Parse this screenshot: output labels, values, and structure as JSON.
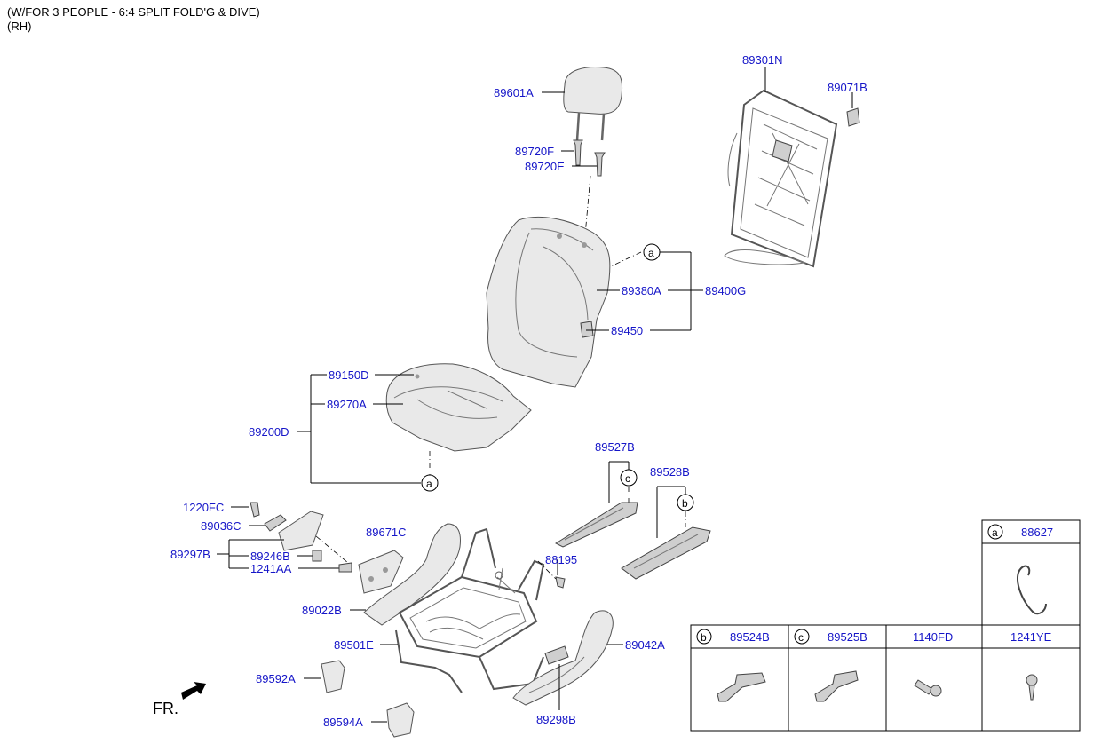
{
  "header": {
    "line1": "(W/FOR 3 PEOPLE - 6:4 SPLIT FOLD'G & DIVE)",
    "line2": "(RH)"
  },
  "labels": {
    "l89601A": "89601A",
    "l89720F": "89720F",
    "l89720E": "89720E",
    "l89301N": "89301N",
    "l89071B": "89071B",
    "l89380A": "89380A",
    "l89400G": "89400G",
    "l89450": "89450",
    "l89150D": "89150D",
    "l89270A": "89270A",
    "l89200D": "89200D",
    "l89527B": "89527B",
    "l89528B": "89528B",
    "l1220FC": "1220FC",
    "l89036C": "89036C",
    "l89297B": "89297B",
    "l89246B": "89246B",
    "l1241AA": "1241AA",
    "l89671C": "89671C",
    "l88195": "88195",
    "l89022B": "89022B",
    "l89501E": "89501E",
    "l89042A": "89042A",
    "l89592A": "89592A",
    "l89594A": "89594A",
    "l89298B": "89298B",
    "fr": "FR."
  },
  "callouts": {
    "a1": "a",
    "a2": "a",
    "b1": "b",
    "c1": "c"
  },
  "legend": {
    "a": {
      "key": "a",
      "part": "88627"
    },
    "b": {
      "key": "b",
      "part": "89524B"
    },
    "c": {
      "key": "c",
      "part": "89525B"
    },
    "d": {
      "part": "1140FD"
    },
    "e": {
      "part": "1241YE"
    }
  },
  "colors": {
    "label": "#1515c8",
    "line": "#000000",
    "part_fill": "#e9e9e9",
    "part_stroke": "#555555"
  }
}
